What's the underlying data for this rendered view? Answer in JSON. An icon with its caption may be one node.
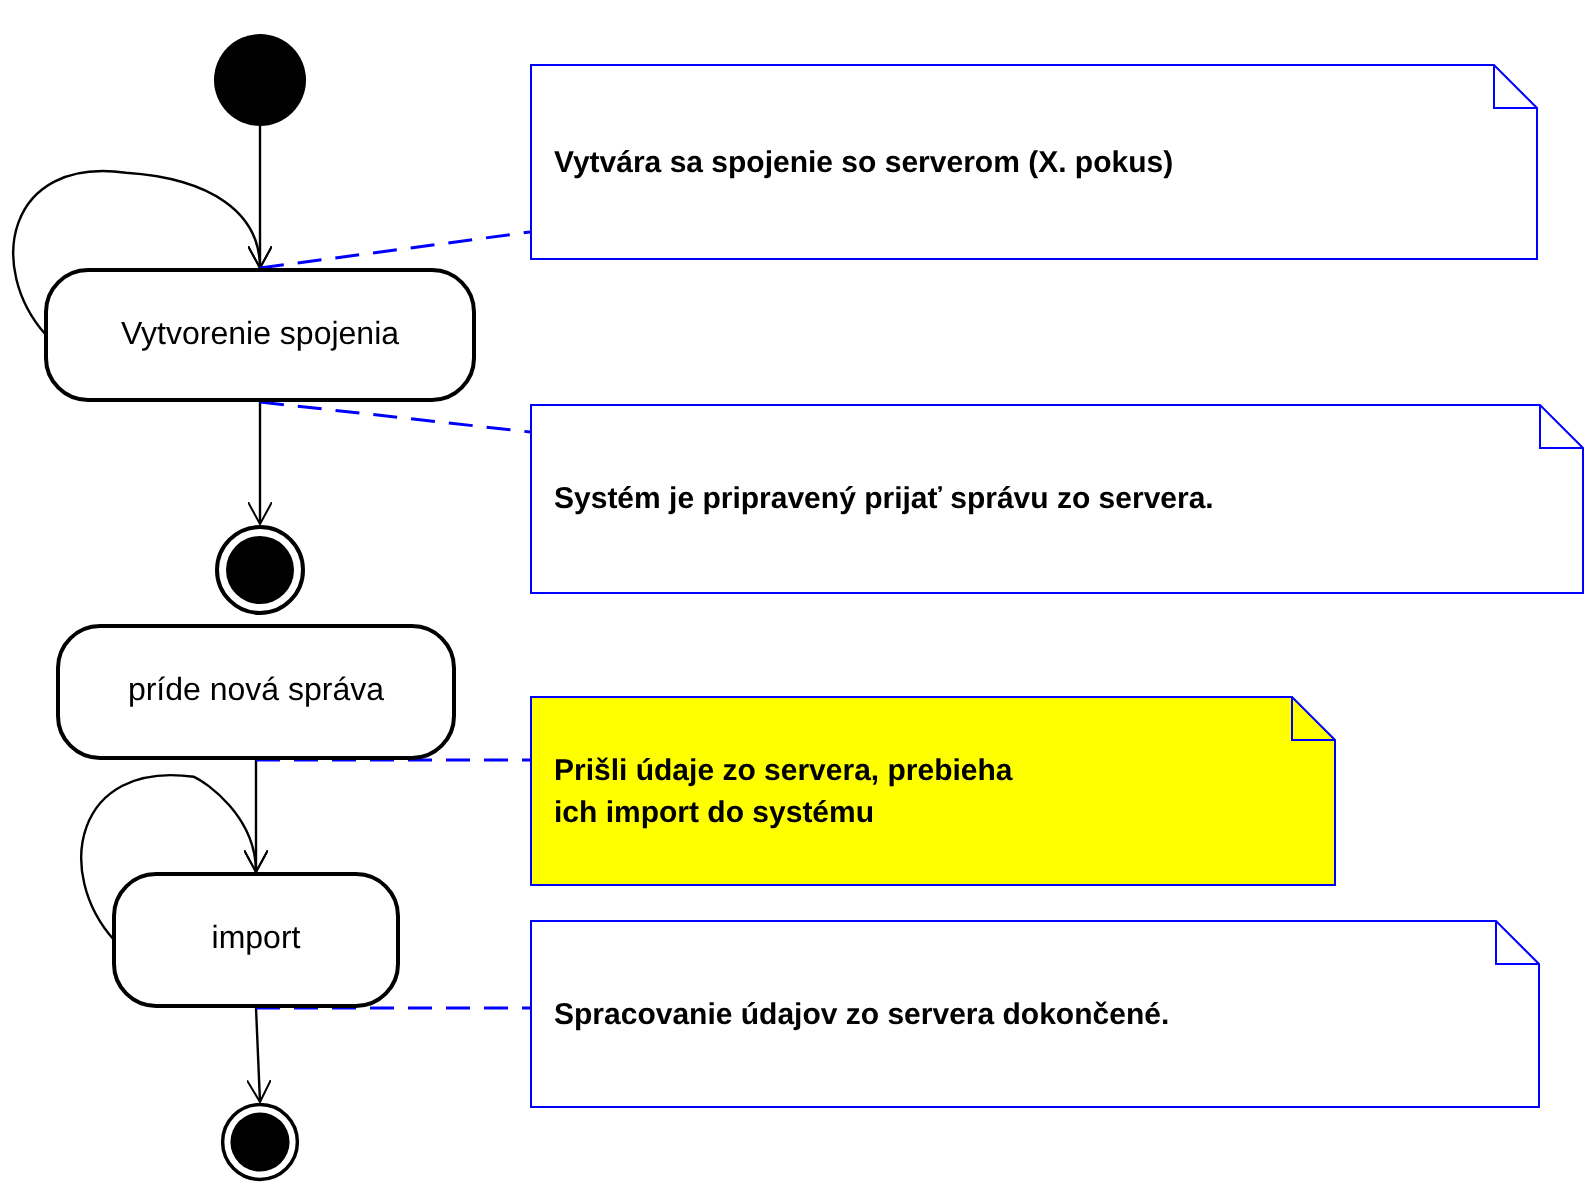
{
  "diagram": {
    "nodes": [
      {
        "text": [],
        "shape": "circle"
      },
      {
        "text": [
          "Vytvorenie spojenia"
        ]
      },
      {
        "text": [],
        "shape": "circle"
      },
      {
        "text": [
          "príde nová správa"
        ]
      },
      {
        "text": [
          "import"
        ]
      },
      {
        "text": [],
        "shape": "circle"
      },
      {
        "text": [
          "Vytvára sa spojenie so serverom (X. pokus)"
        ]
      },
      {
        "text": [
          "Systém je pripravený prijať správu zo servera."
        ]
      },
      {
        "text": [
          "Prišli údaje zo servera, prebieha ich import do systému"
        ]
      },
      {
        "text": [
          "Spracovanie údajov zo servera dokončené."
        ]
      }
    ],
    "edges": [
      {
        "from": 0,
        "to": 1,
        "arrow": "to"
      },
      {
        "from": 1,
        "to": 1,
        "arrow": "to"
      },
      {
        "from": 1,
        "to": 2,
        "arrow": "to"
      },
      {
        "from": 3,
        "to": 4,
        "arrow": "to"
      },
      {
        "from": 4,
        "to": 4,
        "arrow": "to"
      },
      {
        "from": 4,
        "to": 5,
        "arrow": "to"
      },
      {
        "from": 1,
        "to": 6,
        "arrow": "none",
        "style": "dashed",
        "color": "#0000ff"
      },
      {
        "from": 1,
        "to": 7,
        "arrow": "none",
        "style": "dashed",
        "color": "#0000ff"
      },
      {
        "from": 3,
        "to": 8,
        "arrow": "none",
        "style": "dashed",
        "color": "#0000ff"
      },
      {
        "from": 4,
        "to": 9,
        "arrow": "none",
        "style": "dashed",
        "color": "#0000ff"
      }
    ]
  }
}
